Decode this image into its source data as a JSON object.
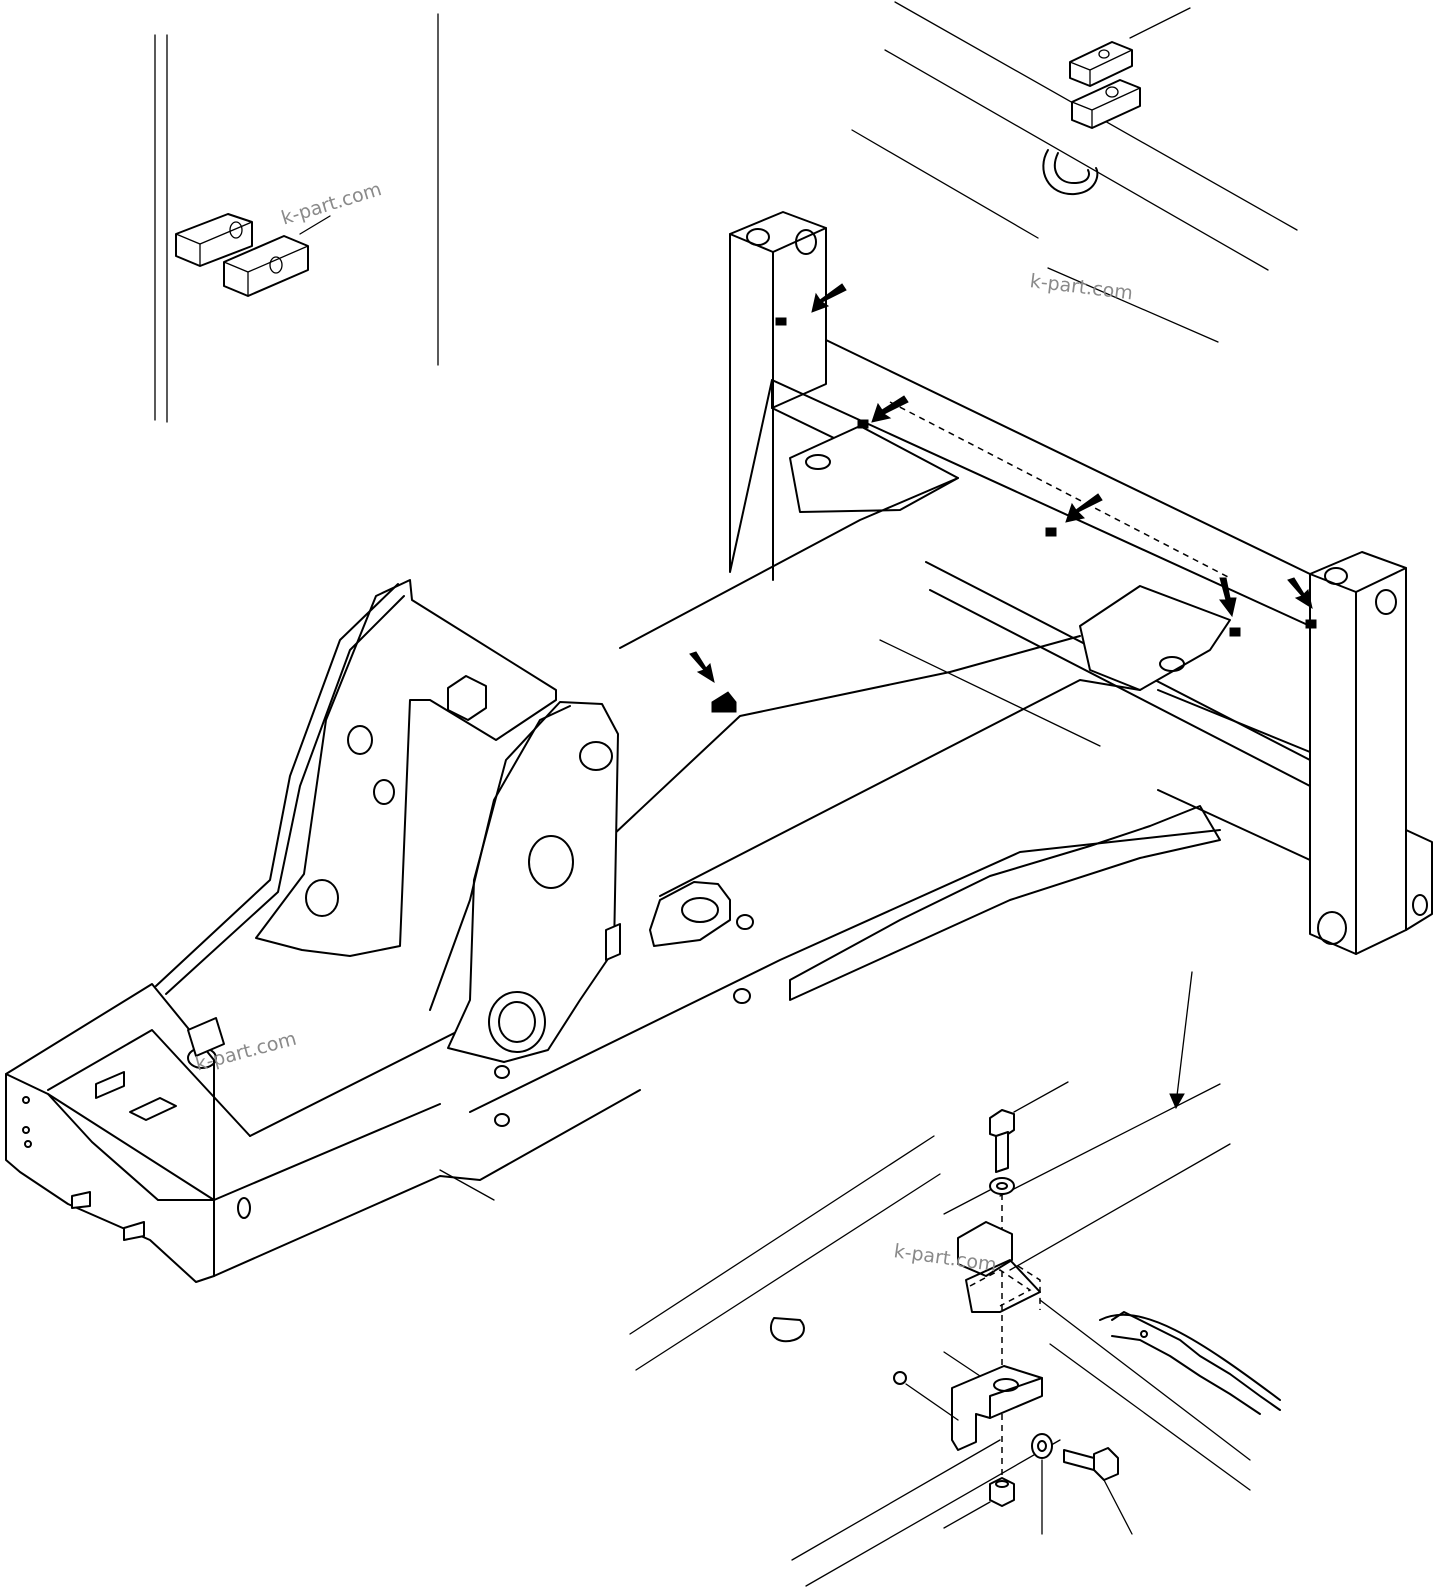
{
  "watermarks": {
    "w1": "k-part.com",
    "w2": "k-part.com",
    "w3": "k-part.com",
    "w4": "k-part.com"
  },
  "colors": {
    "line": "#000000",
    "background": "#ffffff",
    "watermark": "#8a8a8a"
  }
}
